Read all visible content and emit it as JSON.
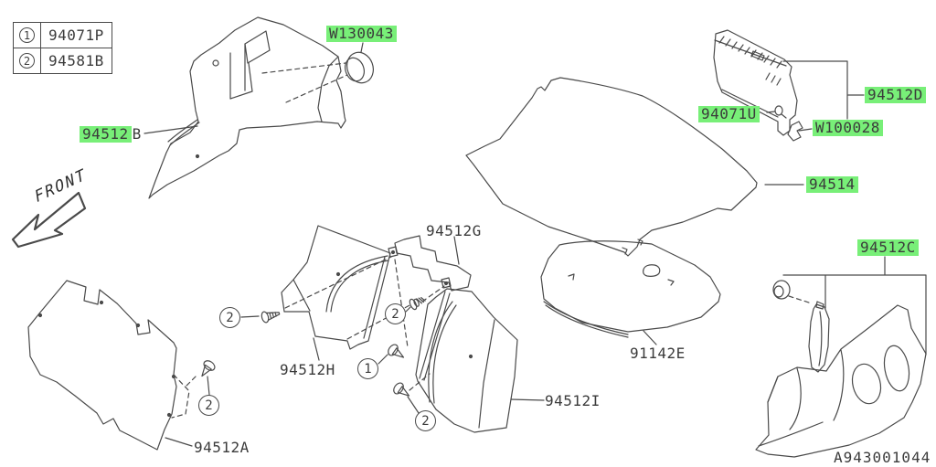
{
  "diagram": {
    "footer_code": "A943001044",
    "front_label": "FRONT"
  },
  "legend": {
    "rows": [
      {
        "num": "1",
        "code": "94071P"
      },
      {
        "num": "2",
        "code": "94581B"
      }
    ]
  },
  "labels": {
    "w130043": "W130043",
    "p94512b_main": "94512",
    "p94512b_suffix": "B",
    "p94512d": "94512D",
    "p94071u": "94071U",
    "w100028": "W100028",
    "p94514": "94514",
    "p94512c": "94512C",
    "p94512g": "94512G",
    "p94512h": "94512H",
    "p94512i": "94512I",
    "p91142e": "91142E",
    "p94512a": "94512A"
  },
  "callouts": {
    "pin": "1",
    "screw": "2"
  },
  "colors": {
    "highlight": "#78ef78",
    "line": "#4a4a4a",
    "text": "#3b3b3b"
  }
}
